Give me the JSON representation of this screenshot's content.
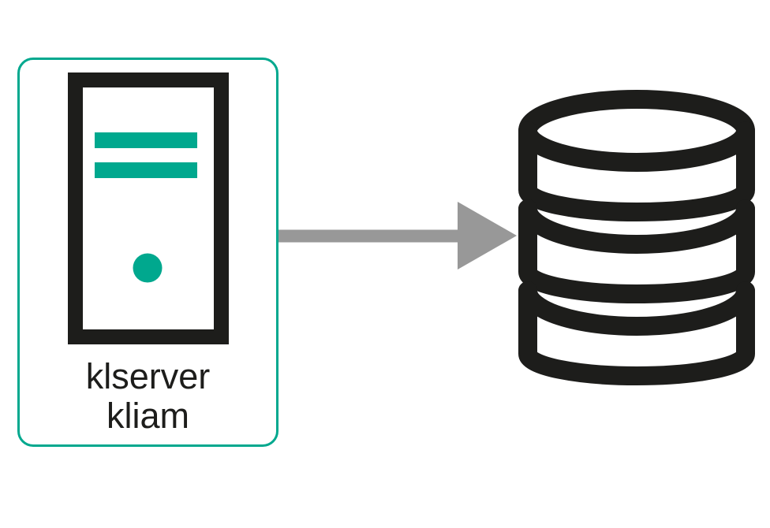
{
  "diagram": {
    "type": "topology-diagram",
    "nodes": [
      {
        "id": "server",
        "kind": "server",
        "label_line1": "klserver",
        "label_line2": "kliam",
        "icon": "server-tower-icon"
      },
      {
        "id": "database",
        "kind": "database",
        "label_line1": "",
        "icon": "database-cylinders-icon"
      }
    ],
    "edges": [
      {
        "from": "server",
        "to": "database",
        "style": "solid-arrow",
        "direction": "right"
      }
    ]
  },
  "server": {
    "label_line1": "klserver",
    "label_line2": "kliam"
  },
  "colors": {
    "accent_teal": "#00a88e",
    "icon_black": "#1d1d1b",
    "arrow_gray": "#989898",
    "background": "#ffffff",
    "text": "#1d1d1b"
  }
}
